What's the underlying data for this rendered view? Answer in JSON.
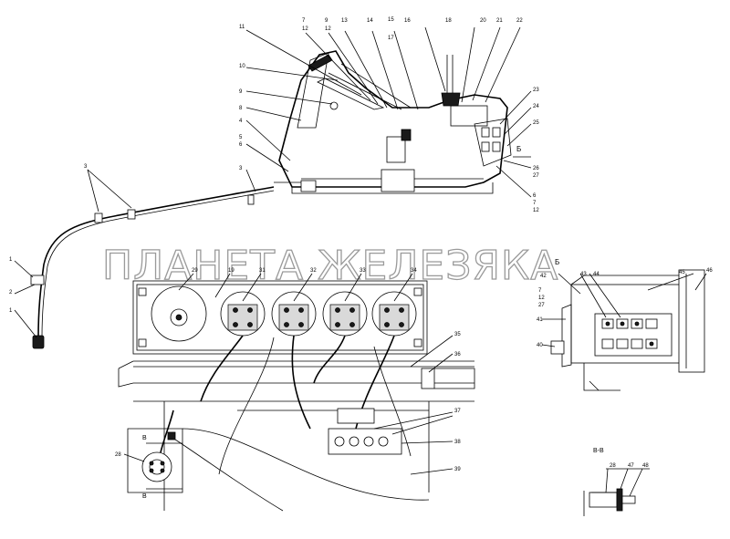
{
  "watermark": "ПЛАНЕТА ЖЕЛЕЗЯКА",
  "view_labels": {
    "b": "Б",
    "b_side": "Б",
    "v_top": "В",
    "v_bottom": "В",
    "section_vv": "В-В"
  },
  "callouts": {
    "top_view": [
      "11",
      "7",
      "12",
      "9",
      "12",
      "13",
      "14",
      "15",
      "16",
      "17",
      "18",
      "20",
      "21",
      "22",
      "10",
      "9",
      "8",
      "4",
      "5",
      "6",
      "3",
      "23",
      "24",
      "25",
      "26",
      "27",
      "6",
      "7",
      "12"
    ],
    "cable": [
      "3",
      "1",
      "2",
      "1"
    ],
    "panel": [
      "29",
      "19",
      "31",
      "32",
      "33",
      "34",
      "35",
      "36",
      "37",
      "38",
      "39",
      "28"
    ],
    "detail_b": [
      "42",
      "43",
      "44",
      "45",
      "46",
      "7",
      "12",
      "27",
      "41",
      "40"
    ],
    "section": [
      "28",
      "47",
      "48"
    ]
  }
}
